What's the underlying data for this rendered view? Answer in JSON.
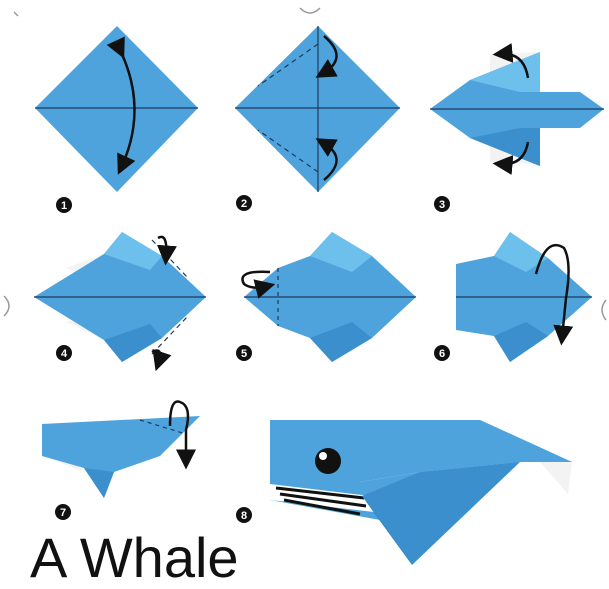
{
  "title": "A Whale",
  "steps": [
    "1",
    "2",
    "3",
    "4",
    "5",
    "6",
    "7",
    "8"
  ],
  "colors": {
    "paper": "#4fa3dd",
    "paper_light": "#6ec0ec",
    "paper_dark": "#3b8fcc",
    "fold_line": "#1e3a5a",
    "arrow": "#111111",
    "badge": "#111111",
    "underside": "#f3f3f3"
  },
  "icons": [
    "fold-arrow-icon",
    "whale-eye-icon"
  ]
}
